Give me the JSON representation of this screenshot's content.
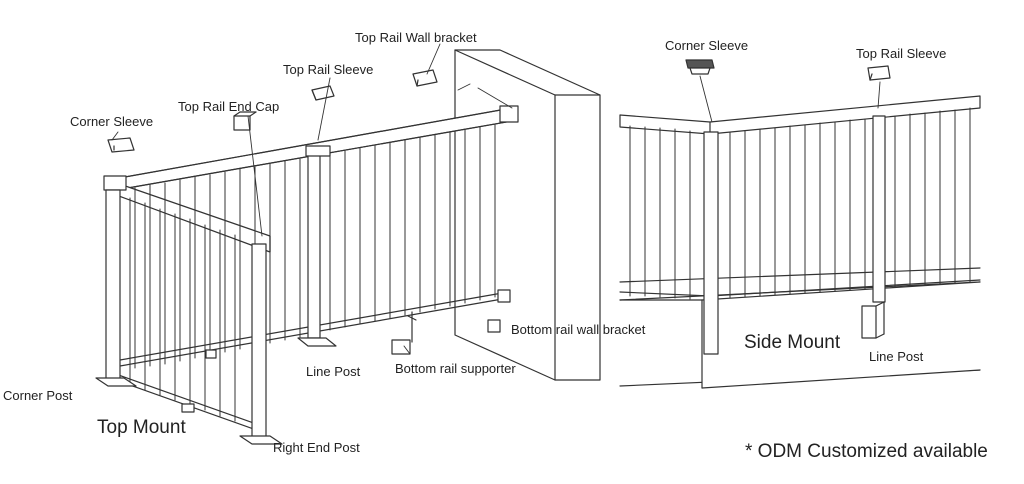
{
  "left_diagram": {
    "labels": {
      "top_rail_wall_bracket": "Top Rail Wall bracket",
      "top_rail_sleeve": "Top Rail Sleeve",
      "top_rail_end_cap": "Top Rail End Cap",
      "corner_sleeve": "Corner Sleeve",
      "bottom_rail_wall_bracket": "Bottom rail wall bracket",
      "line_post": "Line Post",
      "bottom_rail_supporter": "Bottom rail supporter",
      "corner_post": "Corner Post",
      "right_end_post": "Right End Post"
    },
    "title": "Top Mount"
  },
  "right_diagram": {
    "labels": {
      "corner_sleeve": "Corner Sleeve",
      "top_rail_sleeve": "Top Rail Sleeve",
      "line_post": "Line Post"
    },
    "title": "Side Mount"
  },
  "footnote": "* ODM Customized available",
  "colors": {
    "line": "#333333",
    "background": "#ffffff"
  }
}
